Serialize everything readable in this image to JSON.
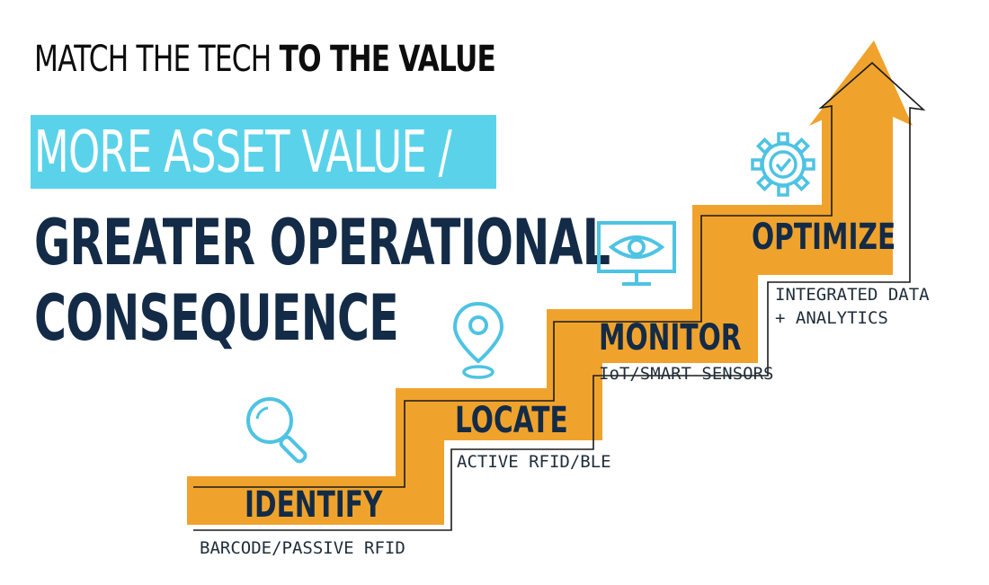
{
  "headline": {
    "part1": "MATCH THE TECH ",
    "part2": "TO THE VALUE"
  },
  "value_line": "MORE ASSET VALUE /",
  "consequence_line1": "GREATER OPERATIONAL",
  "consequence_line2": "CONSEQUENCE",
  "steps": [
    {
      "label": "IDENTIFY",
      "tech": "BARCODE/PASSIVE RFID",
      "icon": "magnifier-icon"
    },
    {
      "label": "LOCATE",
      "tech": "ACTIVE RFID/BLE",
      "icon": "location-pin-icon"
    },
    {
      "label": "MONITOR",
      "tech": "IoT/SMART SENSORS",
      "icon": "eye-monitor-icon"
    },
    {
      "label": "OPTIMIZE",
      "tech_line1": "INTEGRATED DATA",
      "tech_line2": "+ ANALYTICS",
      "icon": "gear-check-icon"
    }
  ],
  "colors": {
    "accent_orange": "#f0a32c",
    "highlight_cyan": "#5ad3ea",
    "navy": "#132b47",
    "icon_cyan": "#4ec3e3"
  }
}
